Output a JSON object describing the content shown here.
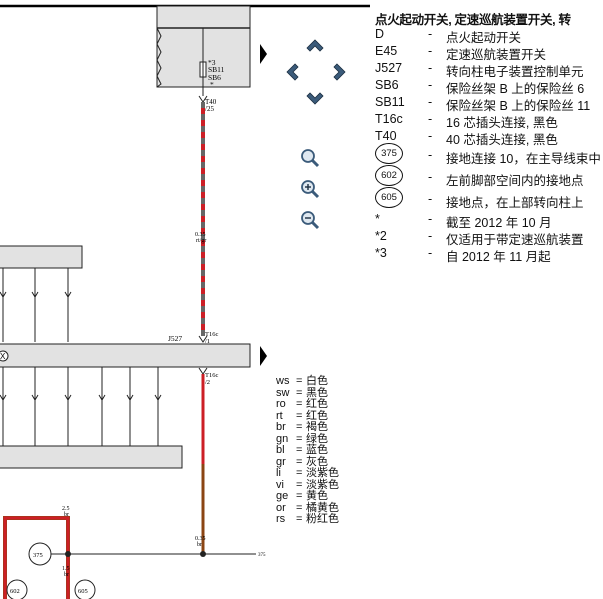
{
  "diagram": {
    "fuse_box": {
      "fuse_a": "*3",
      "fuse_b": "SB11",
      "fuse_c": "SB6",
      "fuse_d": "*"
    },
    "connector_t40": {
      "name": "T40",
      "pin": "/25"
    },
    "wire_upper": {
      "size": "0.35",
      "color": "rt/gr"
    },
    "module_j527": "J527",
    "t16c_top": {
      "name": "T16c",
      "pin": "/1"
    },
    "t16c_bottom": {
      "name": "T16c",
      "pin": "/2"
    },
    "wire_lower": {
      "size": "0.35",
      "color": "br"
    },
    "wire_left": {
      "size_top": "2.5",
      "color_top": "br",
      "size_bottom": "1.5",
      "color_bottom": "br"
    },
    "grounds": {
      "g375": "375",
      "g602": "602",
      "g605": "605"
    },
    "edge_ref": "375",
    "x_mark": "X"
  },
  "nav": {
    "up": "chevron-up-icon",
    "left": "chevron-left-icon",
    "right": "chevron-right-icon",
    "down": "chevron-down-icon",
    "zoom": "magnifier-icon",
    "zoom_in": "zoom-in-icon",
    "zoom_out": "zoom-out-icon"
  },
  "legend": {
    "title": "点火起动开关, 定速巡航装置开关, 转",
    "items": [
      {
        "code": "D",
        "desc": "点火起动开关"
      },
      {
        "code": "E45",
        "desc": "定速巡航装置开关"
      },
      {
        "code": "J527",
        "desc": "转向柱电子装置控制单元"
      },
      {
        "code": "SB6",
        "desc": "保险丝架 B 上的保险丝 6"
      },
      {
        "code": "SB11",
        "desc": "保险丝架 B 上的保险丝 11"
      },
      {
        "code": "T16c",
        "desc": "16 芯插头连接, 黑色"
      },
      {
        "code": "T40",
        "desc": "40 芯插头连接, 黑色"
      }
    ],
    "grounds": [
      {
        "code": "375",
        "desc": "接地连接 10，在主导线束中"
      },
      {
        "code": "602",
        "desc": "左前脚部空间内的接地点"
      },
      {
        "code": "605",
        "desc": "接地点，在上部转向柱上"
      }
    ],
    "notes": [
      {
        "code": "*",
        "desc": "截至 2012 年 10 月"
      },
      {
        "code": "*2",
        "desc": "仅适用于带定速巡航装置"
      },
      {
        "code": "*3",
        "desc": "自 2012 年 11 月起"
      }
    ]
  },
  "colors": [
    {
      "code": "ws",
      "name": "白色"
    },
    {
      "code": "sw",
      "name": "黑色"
    },
    {
      "code": "ro",
      "name": "红色"
    },
    {
      "code": "rt",
      "name": "红色"
    },
    {
      "code": "br",
      "name": "褐色"
    },
    {
      "code": "gn",
      "name": "绿色"
    },
    {
      "code": "bl",
      "name": "蓝色"
    },
    {
      "code": "gr",
      "name": "灰色"
    },
    {
      "code": "li",
      "name": "淡紫色"
    },
    {
      "code": "vi",
      "name": "淡紫色"
    },
    {
      "code": "ge",
      "name": "黄色"
    },
    {
      "code": "or",
      "name": "橘黄色"
    },
    {
      "code": "rs",
      "name": "粉红色"
    }
  ],
  "palette": {
    "wire_red": "#cc1f26",
    "wire_dash": "#666666",
    "wire_brown": "#8b4513",
    "box_fill": "#e2e2e2"
  }
}
